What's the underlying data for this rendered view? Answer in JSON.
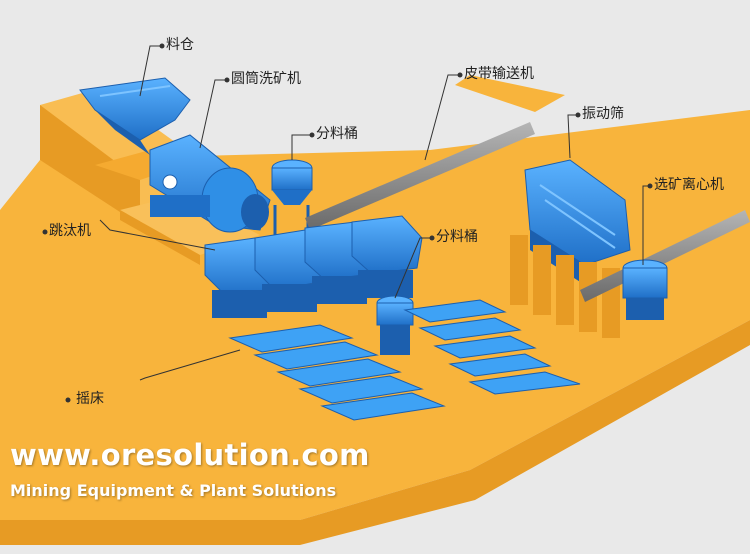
{
  "labels": {
    "hopper": "料仓",
    "trommel": "圆筒洗矿机",
    "distributor_top": "分料桶",
    "belt_conveyor": "皮带输送机",
    "vibrating_screen": "振动筛",
    "jig": "跳汰机",
    "distributor_mid": "分料桶",
    "centrifuge": "选矿离心机",
    "shaking_table": "摇床"
  },
  "watermark": {
    "url": "www.oresolution.com",
    "tagline": "Mining Equipment & Plant Solutions"
  },
  "colors": {
    "background": "#e9e9e9",
    "platform": "#f8b43c",
    "platform_side": "#e79b24",
    "equipment": "#2f8fe6",
    "equipment_dark": "#1c5fae",
    "conveyor": "#8a8a8a",
    "leader_line": "#333333"
  }
}
